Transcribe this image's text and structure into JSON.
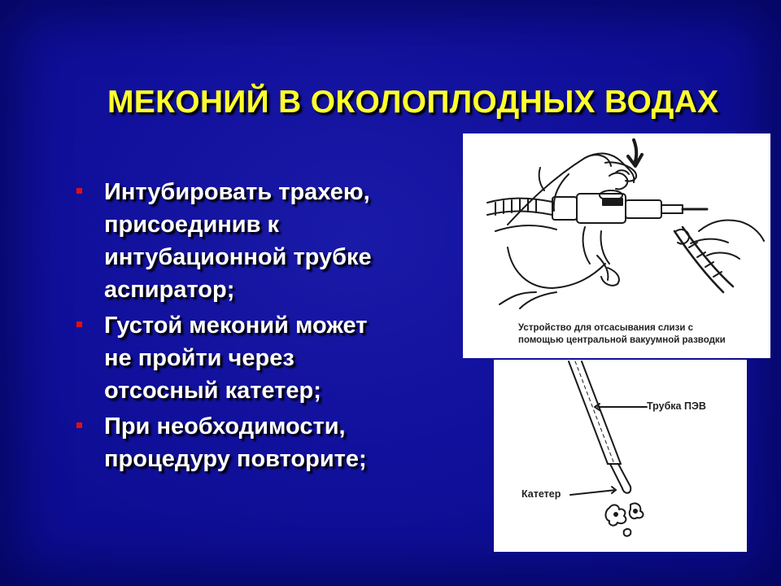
{
  "slide": {
    "title": "МЕКОНИЙ В ОКОЛОПЛОДНЫХ ВОДАХ",
    "bullets": [
      {
        "text": "Интубировать трахею,\nприсоединив к\nинтубационной трубке\nаспиратор;"
      },
      {
        "text": "Густой меконий может\nне пройти через\nотсосный катетер;"
      },
      {
        "text": "При необходимости,\nпроцедуру повторите;"
      }
    ],
    "colors": {
      "background": "#10109c",
      "title": "#ffff2e",
      "text": "#ffffff",
      "bullet": "#e01010"
    }
  },
  "illustrations": {
    "top": {
      "caption": "Устройство для отсасывания слизи с\nпомощью центральной вакуумной разводки"
    },
    "bottom": {
      "tube_label": "Трубка ПЭВ",
      "catheter_label": "Катетер"
    }
  }
}
